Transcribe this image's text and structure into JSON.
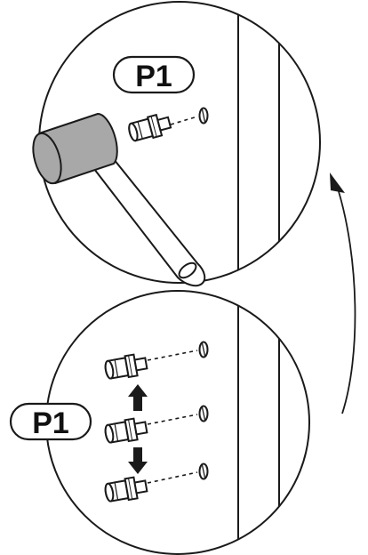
{
  "top_panel": {
    "badge_label": "P1",
    "tool_icon": "mallet-icon",
    "part_icon": "shelf-pin-icon",
    "hole_icon": "pin-hole-icon"
  },
  "bottom_panel": {
    "badge_label": "P1",
    "part_icon": "shelf-pin-icon",
    "hole_icon": "pin-hole-icon",
    "pin_count": 3,
    "direction_icons": [
      "arrow-up-icon",
      "arrow-down-icon"
    ]
  },
  "flow_arrow": "curved-arrow-icon",
  "colors": {
    "line": "#1a1a1a",
    "mallet_head": "#a8a8a8",
    "background": "#ffffff"
  }
}
